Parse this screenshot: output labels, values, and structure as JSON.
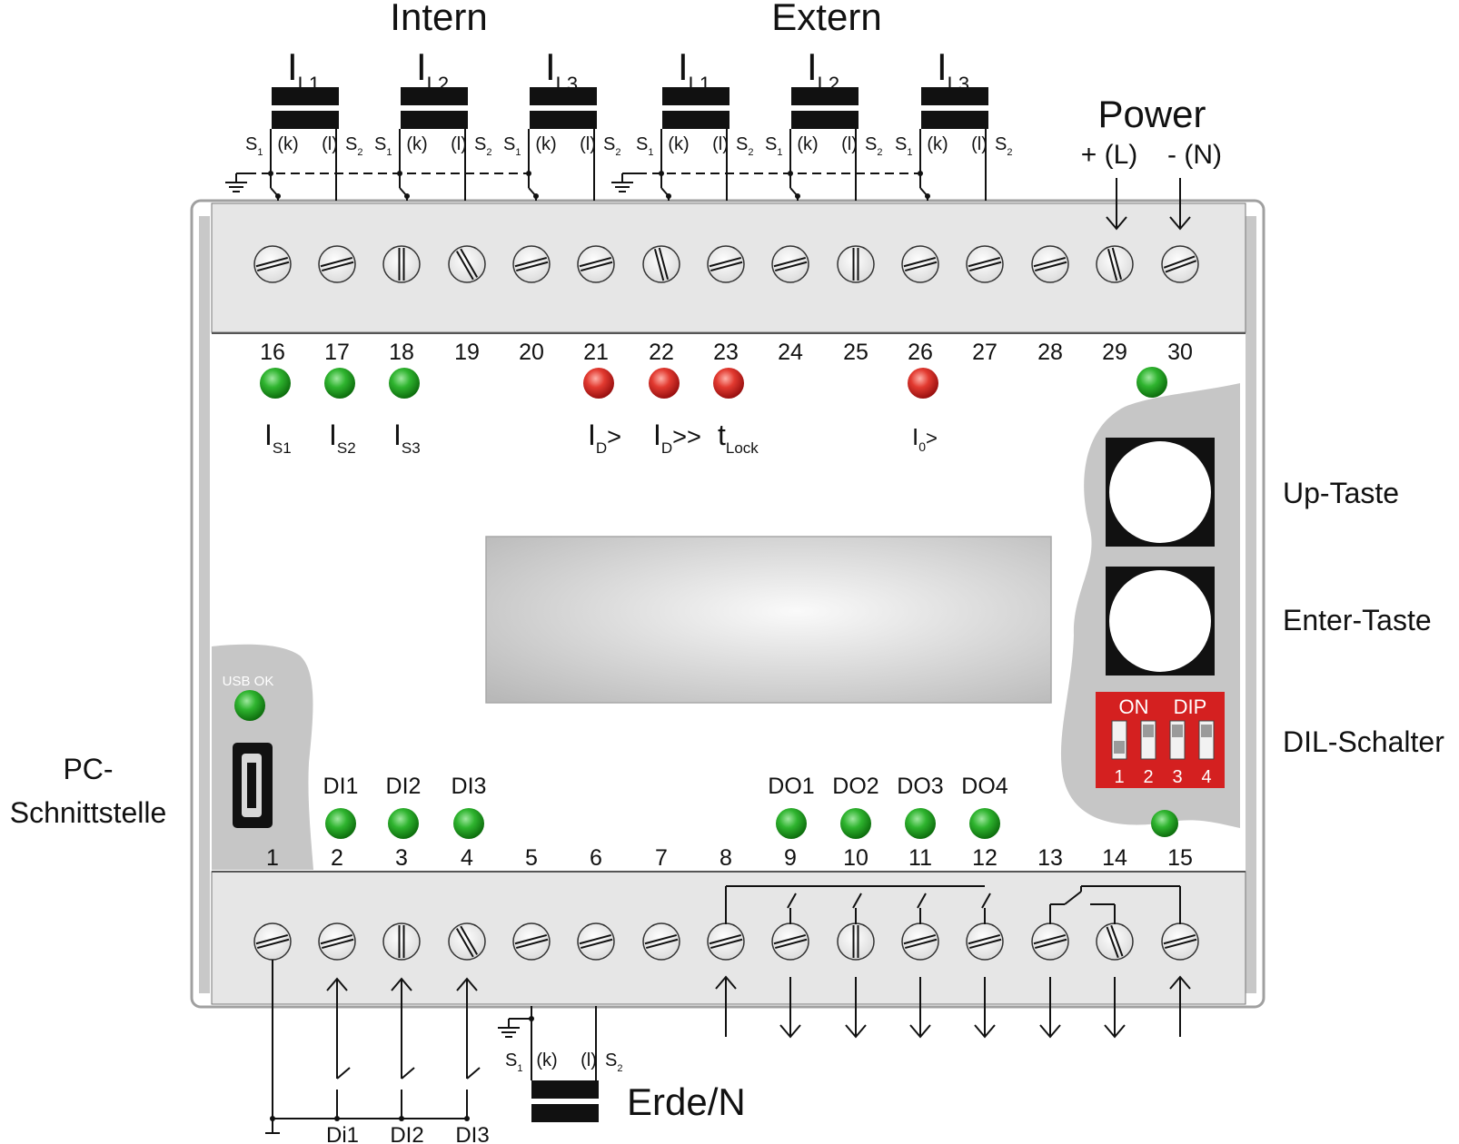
{
  "header": {
    "intern": "Intern",
    "extern": "Extern",
    "power": "Power",
    "power_l": "+ (L)",
    "power_n": "- (N)"
  },
  "ct_labels": [
    "L1",
    "L2",
    "L3",
    "L1",
    "L2",
    "L3"
  ],
  "ct_main_letter": "I",
  "ct_pins": {
    "s1": "S",
    "s1_sub": "1",
    "k": "(k)",
    "l": "(l)",
    "s2": "S",
    "s2_sub": "2"
  },
  "top_terminals": [
    "16",
    "17",
    "18",
    "19",
    "20",
    "21",
    "22",
    "23",
    "24",
    "25",
    "26",
    "27",
    "28",
    "29",
    "30"
  ],
  "bottom_terminals": [
    "1",
    "2",
    "3",
    "4",
    "5",
    "6",
    "7",
    "8",
    "9",
    "10",
    "11",
    "12",
    "13",
    "14",
    "15"
  ],
  "top_leds": [
    {
      "terminal": "16",
      "color": "#22b022",
      "label": "I",
      "sub": "S1",
      "suffix": ""
    },
    {
      "terminal": "17",
      "color": "#22b022",
      "label": "I",
      "sub": "S2",
      "suffix": ""
    },
    {
      "terminal": "18",
      "color": "#22b022",
      "label": "I",
      "sub": "S3",
      "suffix": ""
    },
    {
      "terminal": "21",
      "color": "#e03030",
      "label": "I",
      "sub": "D",
      "suffix": ">"
    },
    {
      "terminal": "22",
      "color": "#e03030",
      "label": "I",
      "sub": "D",
      "suffix": ">>"
    },
    {
      "terminal": "23",
      "color": "#e03030",
      "label": "t",
      "sub": "Lock",
      "suffix": ""
    },
    {
      "terminal": "26",
      "color": "#e03030",
      "label": "I",
      "sub": "0",
      "suffix": ">"
    }
  ],
  "bottom_leds": [
    {
      "label": "DI1",
      "color": "#22b022"
    },
    {
      "label": "DI2",
      "color": "#22b022"
    },
    {
      "label": "DI3",
      "color": "#22b022"
    },
    {
      "label": "DO1",
      "color": "#22b022"
    },
    {
      "label": "DO2",
      "color": "#22b022"
    },
    {
      "label": "DO3",
      "color": "#22b022"
    },
    {
      "label": "DO4",
      "color": "#22b022"
    }
  ],
  "usb": {
    "label": "USB OK",
    "led_color": "#22b022"
  },
  "dip": {
    "on": "ON",
    "dip": "DIP",
    "switches": [
      "1",
      "2",
      "3",
      "4"
    ],
    "color": "#d42020"
  },
  "side_labels": {
    "up": "Up-Taste",
    "enter": "Enter-Taste",
    "dil": "DIL-Schalter",
    "pc1": "PC-",
    "pc2": "Schnittstelle",
    "erde": "Erde/N"
  },
  "di_inputs": [
    "Di1",
    "DI2",
    "DI3"
  ],
  "colors": {
    "housing": "#e6e6e6",
    "cover": "#c6c6c6",
    "led_green": "#22b022",
    "led_red": "#e03030"
  }
}
